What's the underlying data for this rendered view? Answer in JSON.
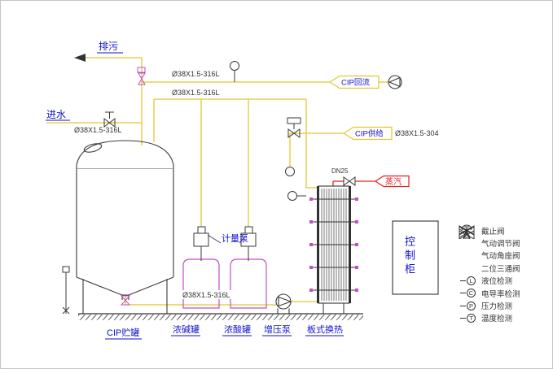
{
  "colors": {
    "pipe_yellow": "#E2C82D",
    "steam_red": "#E02222",
    "magenta": "#C24FC2",
    "label_blue": "#1212CC",
    "line_black": "#333333"
  },
  "labels": {
    "blowdown": "排污",
    "water_inlet": "进水",
    "inlet_pipe_spec": "Ø38X1.5-316L",
    "return_pipe_spec": "Ø38X1.5-316L",
    "branch_pipe_spec": "Ø38X1.5-316L",
    "suction_pipe_spec": "Ø38X1.5-316L",
    "supply_pipe_spec": "Ø38X1.5-304",
    "cip_return": "CIP回流",
    "cip_supply": "CIP供给",
    "steam": "蒸汽",
    "valve_size": "DN25",
    "metering_pump": "计量泵",
    "control_cabinet": "控制柜"
  },
  "equipment": {
    "cip_tank": "CIP贮罐",
    "alkali_tank": "浓碱罐",
    "acid_tank": "浓酸罐",
    "booster_pump": "增压泵",
    "heat_exchanger": "板式换热"
  },
  "legend": {
    "items": [
      {
        "label": "截止阀"
      },
      {
        "label": "气动调节阀"
      },
      {
        "label": "气动角座阀"
      },
      {
        "label": "二位三通阀"
      },
      {
        "letter": "L",
        "label": "液位检测"
      },
      {
        "letter": "C",
        "label": "电导率检测"
      },
      {
        "letter": "P",
        "label": "压力检测"
      },
      {
        "letter": "T",
        "label": "温度检测"
      }
    ]
  }
}
